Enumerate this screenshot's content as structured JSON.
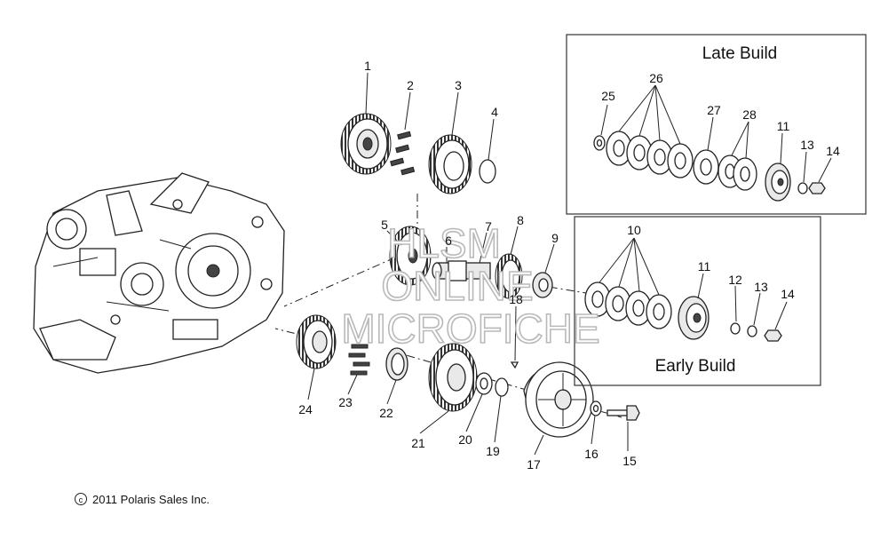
{
  "boxes": {
    "late_build": "Late Build",
    "early_build": "Early Build"
  },
  "copyright": "2011 Polaris Sales Inc.",
  "watermark": [
    "HLSM",
    "ONLINE",
    "MICROFICHE"
  ],
  "callouts": {
    "c1": "1",
    "c2": "2",
    "c3": "3",
    "c4": "4",
    "c5": "5",
    "c6": "6",
    "c7": "7",
    "c8": "8",
    "c9": "9",
    "c10": "10",
    "c11a": "11",
    "c11b": "11",
    "c12": "12",
    "c13a": "13",
    "c13b": "13",
    "c14a": "14",
    "c14b": "14",
    "c15": "15",
    "c16": "16",
    "c17": "17",
    "c18": "18",
    "c19": "19",
    "c20": "20",
    "c21": "21",
    "c22": "22",
    "c23": "23",
    "c24": "24",
    "c25": "25",
    "c26": "26",
    "c27": "27",
    "c28": "28"
  }
}
